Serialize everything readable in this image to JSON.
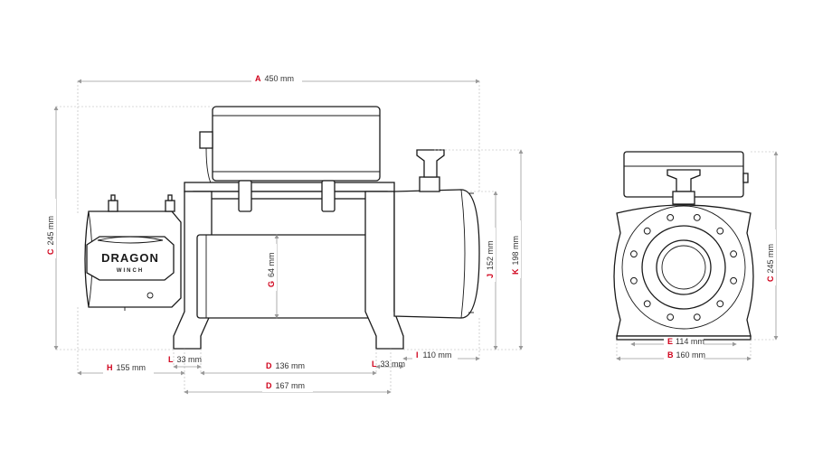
{
  "logo": {
    "brand": "DRAGON",
    "sub": "WINCH"
  },
  "dimensions": {
    "A": {
      "letter": "A",
      "value": "450 mm"
    },
    "B": {
      "letter": "B",
      "value": "160 mm"
    },
    "C_side": {
      "letter": "C",
      "value": "245 mm"
    },
    "C_front": {
      "letter": "C",
      "value": "245 mm"
    },
    "D_inner": {
      "letter": "D",
      "value": "136 mm"
    },
    "D_outer": {
      "letter": "D",
      "value": "167 mm"
    },
    "E": {
      "letter": "E",
      "value": "114 mm"
    },
    "G": {
      "letter": "G",
      "value": "64 mm"
    },
    "H": {
      "letter": "H",
      "value": "155 mm"
    },
    "I": {
      "letter": "I",
      "value": "110 mm"
    },
    "J": {
      "letter": "J",
      "value": "152 mm"
    },
    "K": {
      "letter": "K",
      "value": "198 mm"
    },
    "L_left": {
      "letter": "L",
      "value": "33 mm"
    },
    "L_right": {
      "letter": "L",
      "value": "33 mm"
    }
  },
  "colors": {
    "dimension_letter": "#d0021b",
    "outline": "#1a1a1a",
    "dimension_line": "#9a9a9a"
  }
}
